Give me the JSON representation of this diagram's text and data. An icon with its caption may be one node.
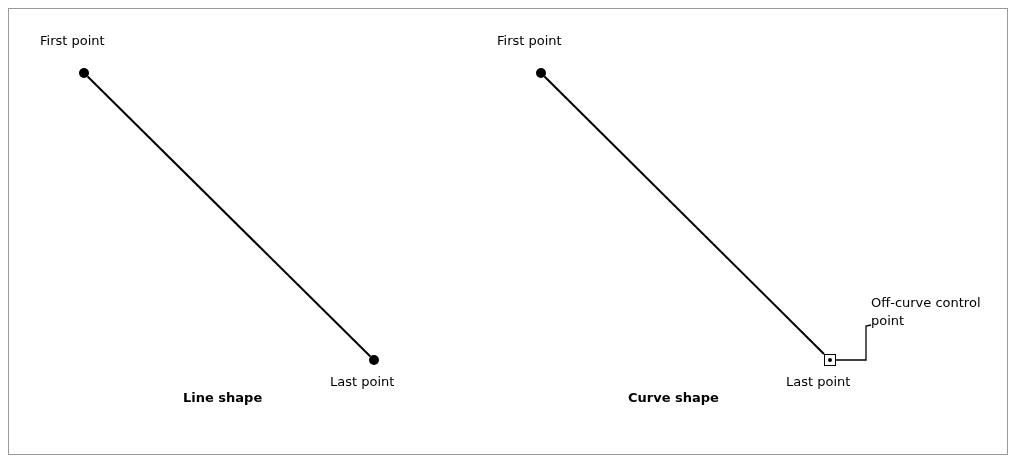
{
  "diagram": {
    "nodes": [
      {
        "text": [],
        "shape": "circle",
        "beside": [
          "First point"
        ]
      },
      {
        "text": [],
        "shape": "circle",
        "beside": [
          "Last point"
        ]
      },
      {
        "text": [],
        "shape": "circle",
        "beside": [
          "First point"
        ]
      },
      {
        "text": [],
        "shape": "box",
        "beside": [
          "Last point"
        ]
      },
      {
        "text": [
          "Off-curve control point"
        ]
      }
    ],
    "edges": [
      {
        "from": 0,
        "to": 1,
        "arrow": "none"
      },
      {
        "from": 2,
        "to": 3,
        "arrow": "none"
      },
      {
        "from": 4,
        "to": 3,
        "arrow": "none"
      }
    ],
    "labels": [
      "Line shape",
      "Curve shape"
    ]
  }
}
